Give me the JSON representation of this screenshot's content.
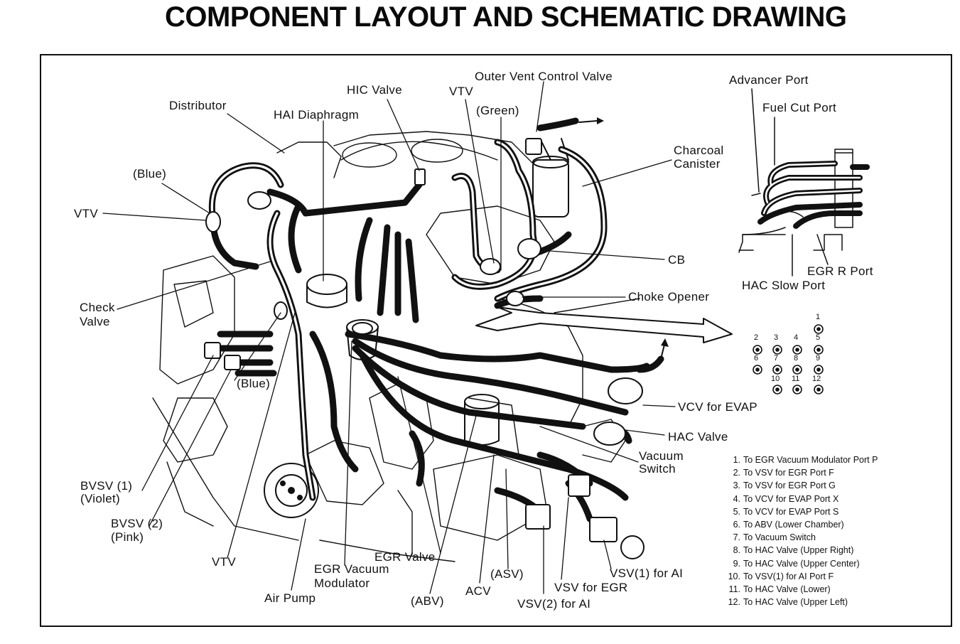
{
  "title": "COMPONENT LAYOUT AND SCHEMATIC DRAWING",
  "labels": {
    "distributor": "Distributor",
    "hic_valve": "HIC Valve",
    "hai_diaphragm": "HAI Diaphragm",
    "vtv_top": "VTV",
    "green": "(Green)",
    "outer_vent": "Outer Vent Control Valve",
    "charcoal": "Charcoal",
    "canister": "Canister",
    "blue_top": "(Blue)",
    "vtv_left": "VTV",
    "cb": "CB",
    "choke_opener": "Choke Opener",
    "check": "Check",
    "valve": "Valve",
    "blue_mid": "(Blue)",
    "vcv_evap": "VCV for EVAP",
    "hac_valve": "HAC Valve",
    "vacuum": "Vacuum",
    "switch": "Switch",
    "bvsv1": "BVSV (1)",
    "violet": "(Violet)",
    "bvsv2": "BVSV (2)",
    "pink": "(Pink)",
    "vtv_bottom": "VTV",
    "egr_valve": "EGR Valve",
    "egr_vacuum": "EGR Vacuum",
    "modulator": "Modulator",
    "air_pump": "Air Pump",
    "abv": "(ABV)",
    "acv": "ACV",
    "asv": "(ASV)",
    "vsv2_ai": "VSV(2) for AI",
    "vsv_egr": "VSV for EGR",
    "vsv1_ai": "VSV(1) for AI",
    "advancer_port": "Advancer Port",
    "fuel_cut_port": "Fuel Cut Port",
    "egr_r_port": "EGR R Port",
    "hac_slow_port": "HAC Slow Port"
  },
  "pin_numbers": [
    "1",
    "2",
    "3",
    "4",
    "5",
    "6",
    "7",
    "8",
    "9",
    "10",
    "11",
    "12"
  ],
  "legend": [
    {
      "num": "1.",
      "text": "To EGR Vacuum Modulator Port P"
    },
    {
      "num": "2.",
      "text": "To VSV for EGR Port F"
    },
    {
      "num": "3.",
      "text": "To VSV for EGR Port G"
    },
    {
      "num": "4.",
      "text": "To VCV for EVAP Port X"
    },
    {
      "num": "5.",
      "text": "To VCV for EVAP Port S"
    },
    {
      "num": "6.",
      "text": "To ABV (Lower Chamber)"
    },
    {
      "num": "7.",
      "text": "To Vacuum Switch"
    },
    {
      "num": "8.",
      "text": "To HAC Valve (Upper Right)"
    },
    {
      "num": "9.",
      "text": "To HAC Valve (Upper Center)"
    },
    {
      "num": "10.",
      "text": "To VSV(1) for AI Port F"
    },
    {
      "num": "11.",
      "text": "To HAC Valve (Lower)"
    },
    {
      "num": "12.",
      "text": "To HAC Valve (Upper Left)"
    }
  ]
}
